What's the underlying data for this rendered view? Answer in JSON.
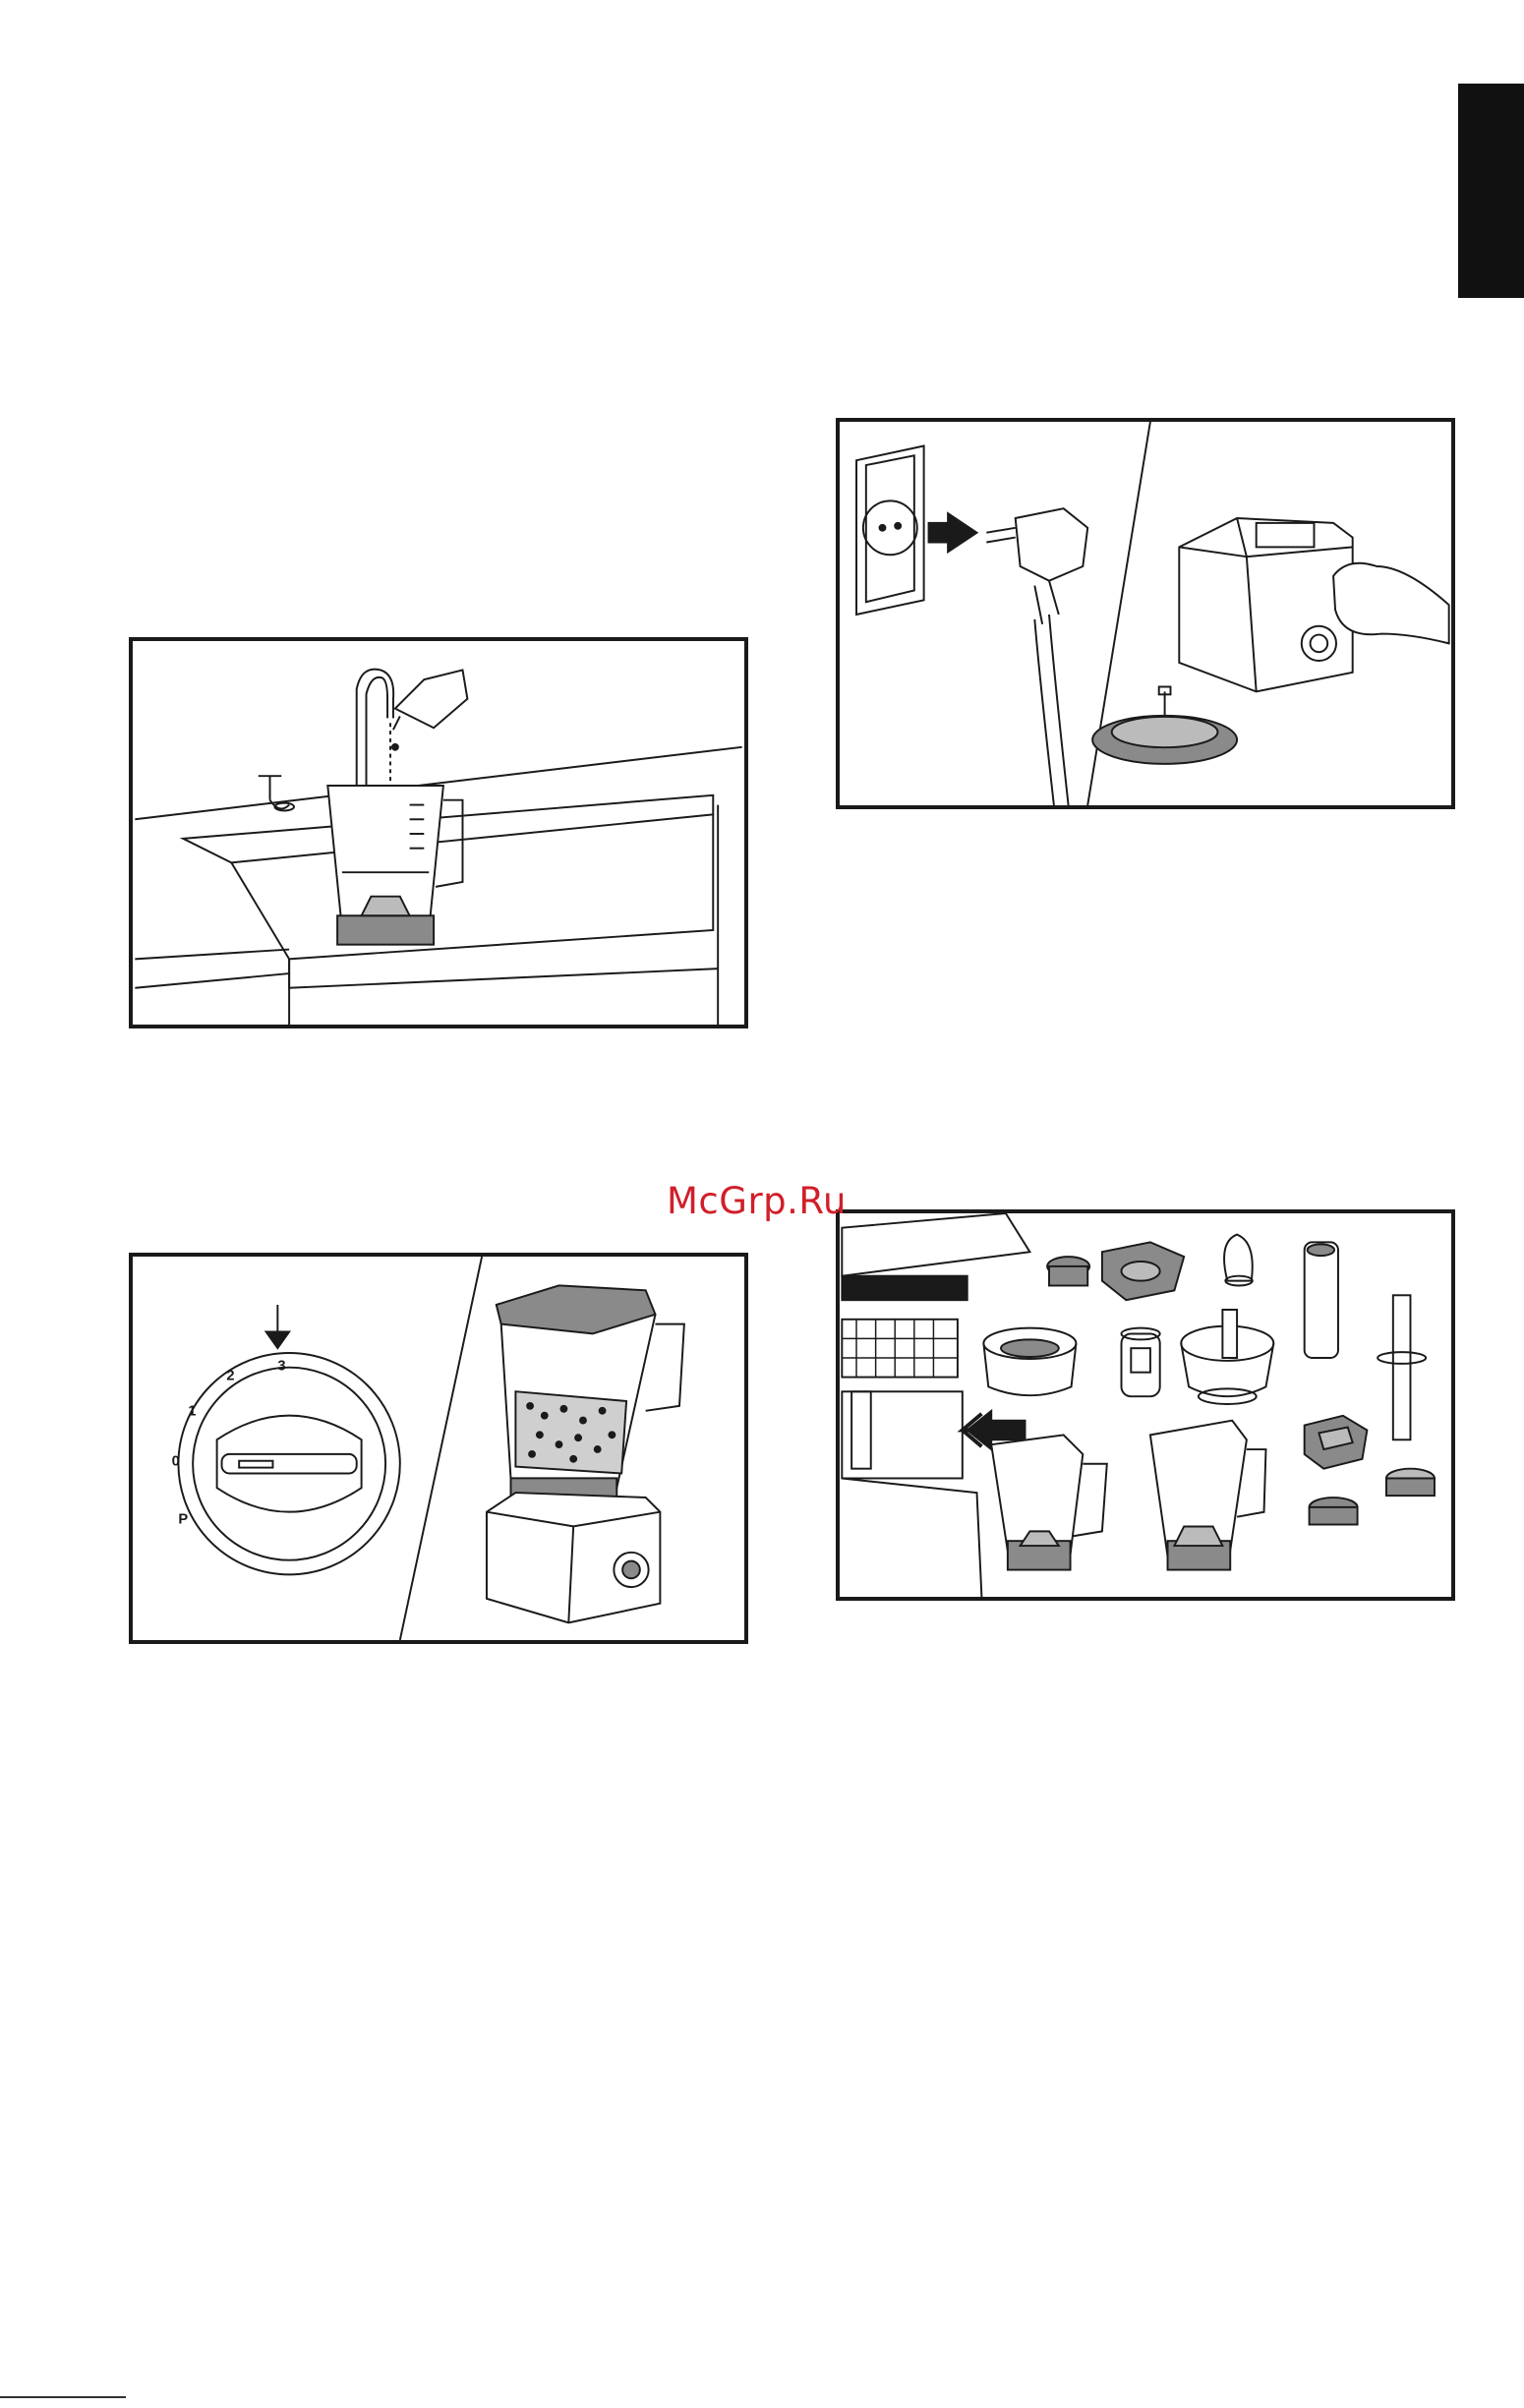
{
  "watermark": "McGrp.Ru",
  "language_tab": {
    "color": "#111111"
  },
  "panels": [
    {
      "id": "rinse-jar-sink",
      "icon": "faucet-soap-jar-icon"
    },
    {
      "id": "unplug-and-wipe-base",
      "icon": "plug-outlet-wipe-icon"
    },
    {
      "id": "dial-speed-3-ice-crush",
      "icon": "speed-dial-blender-icon"
    },
    {
      "id": "dishwasher-safe-parts",
      "icon": "dishwasher-parts-icon"
    }
  ],
  "dial": {
    "labels": [
      "0",
      "1",
      "2",
      "3",
      "P"
    ]
  },
  "colors": {
    "line": "#1a1a1a",
    "fill_gray": "#8a8a8a",
    "watermark": "#d01f2a"
  }
}
